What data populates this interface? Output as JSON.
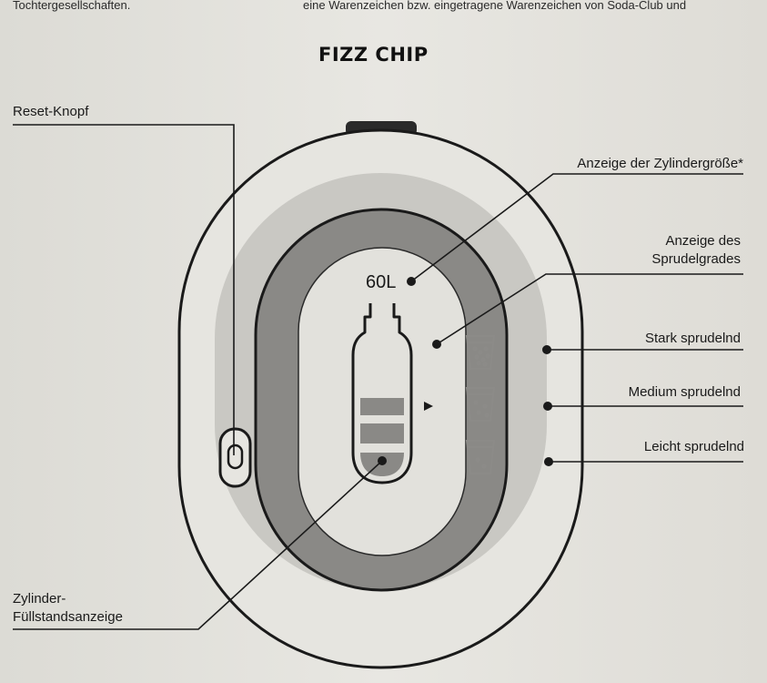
{
  "header": {
    "left_text": "Tochtergesellschaften.",
    "right_text": "eine Warenzeichen bzw. eingetragene Warenzeichen von Soda-Club und"
  },
  "diagram": {
    "title": "FIZZ CHIP",
    "cylinder_size_display": "60L",
    "labels": {
      "reset_button": "Reset-Knopf",
      "cylinder_size": "Anzeige der Zylindergröße*",
      "fizz_level_line1": "Anzeige des",
      "fizz_level_line2": "Sprudelgrades",
      "strong": "Stark sprudelnd",
      "medium": "Medium sprudelnd",
      "light": "Leicht sprudelnd",
      "fill_level_line1": "Zylinder-",
      "fill_level_line2": "Füllstandsanzeige"
    },
    "colors": {
      "outer_ring": "#c9c8c3",
      "dark_ring": "#8a8986",
      "inner_window": "#e2e1dc",
      "outline": "#1a1a1a",
      "indicator_icon": "#8c8b88"
    }
  }
}
